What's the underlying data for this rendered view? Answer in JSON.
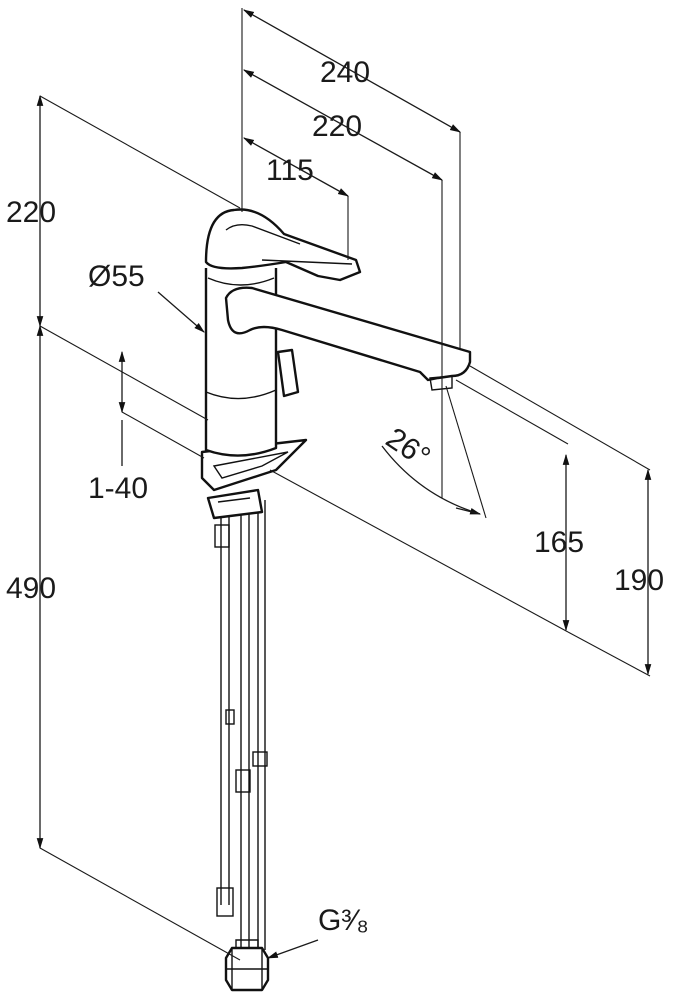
{
  "dimensions": {
    "spout_reach_outer": "240",
    "spout_reach_inner": "220",
    "lever_reach": "115",
    "top_height": "220",
    "body_diameter": "Ø55",
    "countertop_thickness": "1-40",
    "hose_length": "490",
    "spout_outlet_height": "165",
    "spout_top_height": "190",
    "spout_angle": "26°",
    "connection_thread": "G³⁄₈"
  },
  "colors": {
    "line": "#111111",
    "background": "#ffffff"
  }
}
